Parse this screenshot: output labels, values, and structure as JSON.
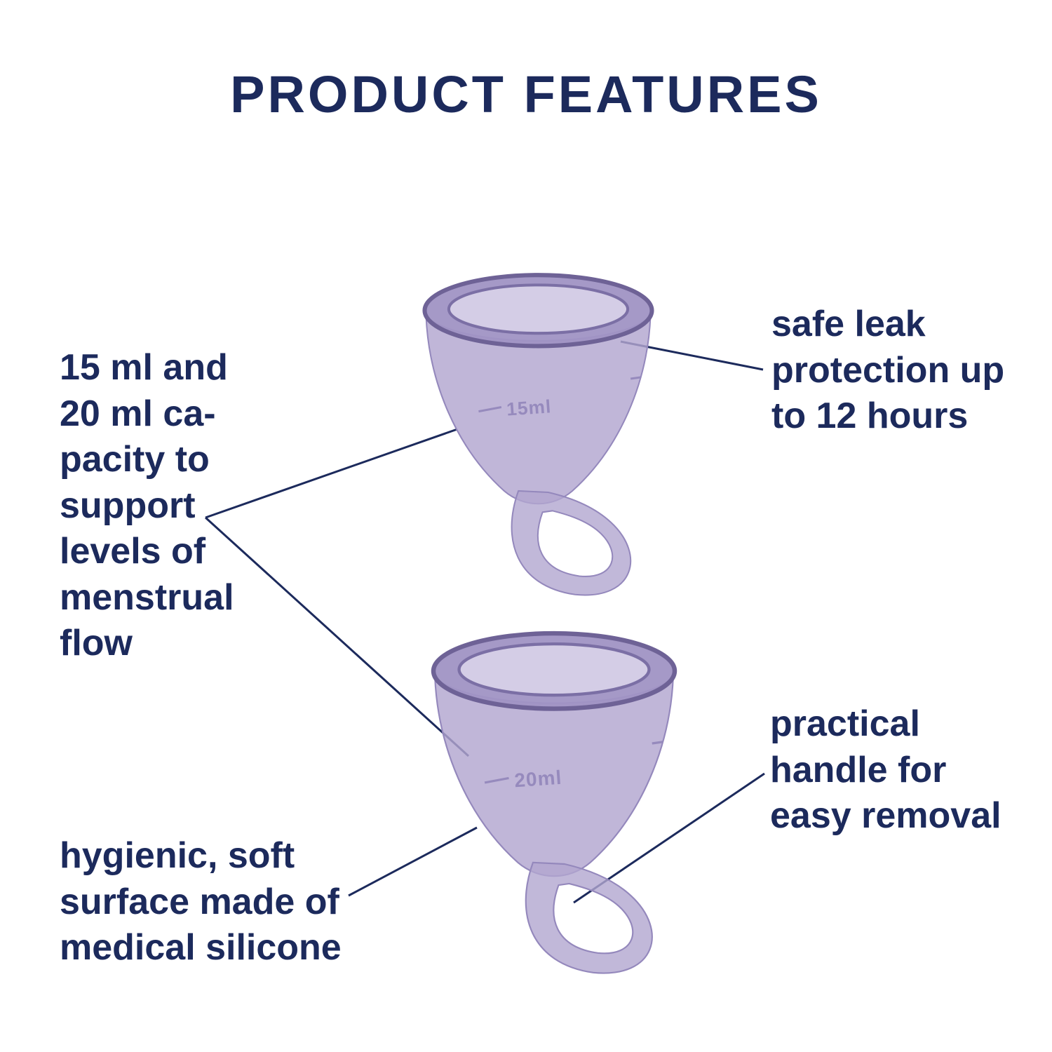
{
  "title": "PRODUCT FEATURES",
  "annotations": {
    "capacity": {
      "lines": [
        "15 ml and",
        "20 ml ca-",
        "pacity to",
        "support",
        "levels of",
        "menstrual",
        "flow"
      ]
    },
    "leak_protection": {
      "lines": [
        "safe leak",
        "protection up",
        "to 12 hours"
      ]
    },
    "practical_handle": {
      "lines": [
        "practical",
        "handle for",
        "easy removal"
      ]
    },
    "hygienic_surface": {
      "lines": [
        "hygienic, soft",
        "surface made of",
        "medical silicone"
      ]
    }
  },
  "cups": {
    "small": {
      "label": "15ml"
    },
    "large": {
      "label": "20ml"
    }
  },
  "colors": {
    "text_navy": "#1c2a5c",
    "cup_purple": "#b2a6d0",
    "cup_rim": "#6e6296",
    "background": "#ffffff"
  }
}
